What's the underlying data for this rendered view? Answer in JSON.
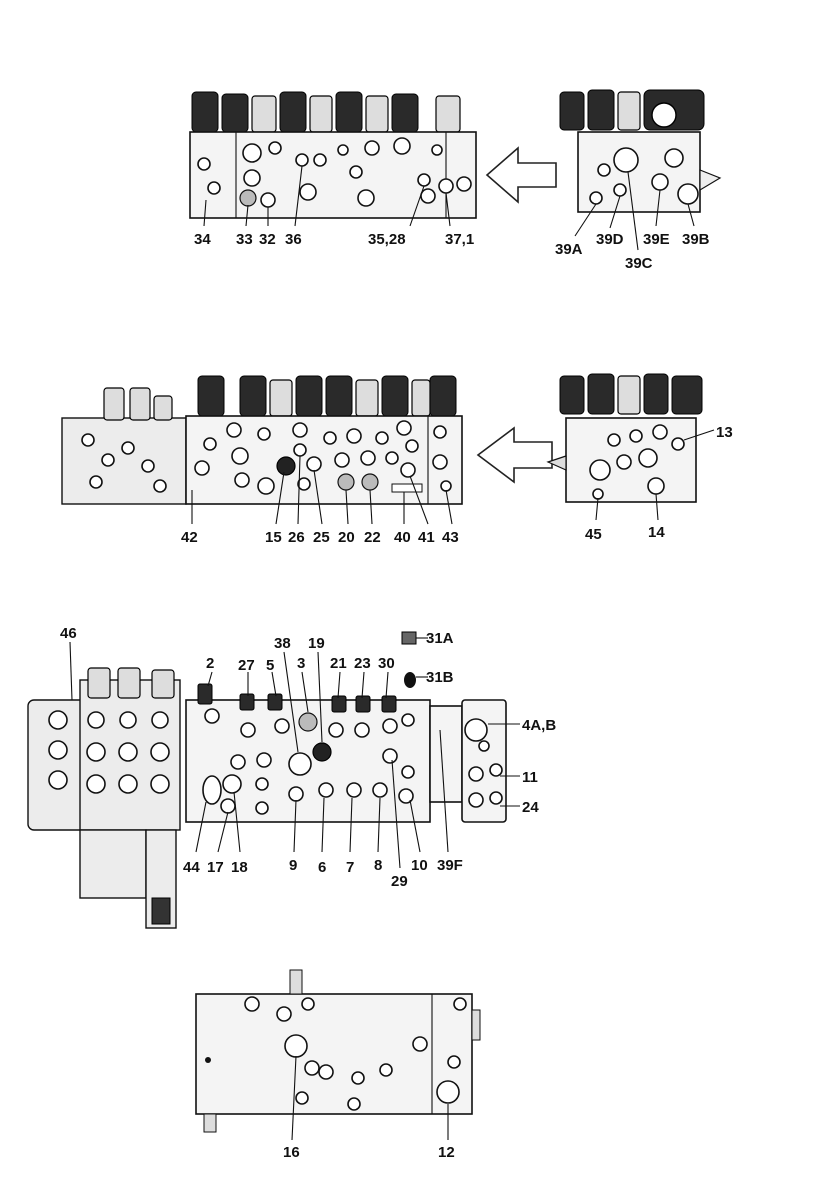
{
  "views": [
    {
      "id": "view-1",
      "labels": [
        "34",
        "33",
        "32",
        "36",
        "35,28",
        "37,1",
        "39A",
        "39D",
        "39C",
        "39E",
        "39B"
      ]
    },
    {
      "id": "view-2",
      "labels": [
        "42",
        "15",
        "26",
        "25",
        "20",
        "22",
        "40",
        "41",
        "43",
        "13",
        "45",
        "14"
      ]
    },
    {
      "id": "view-3",
      "labels": [
        "46",
        "2",
        "27",
        "5",
        "38",
        "3",
        "19",
        "21",
        "23",
        "30",
        "31A",
        "31B",
        "4A,B",
        "11",
        "24",
        "44",
        "17",
        "18",
        "9",
        "6",
        "7",
        "8",
        "29",
        "10",
        "39F"
      ]
    },
    {
      "id": "view-4",
      "labels": [
        "16",
        "12"
      ]
    }
  ]
}
